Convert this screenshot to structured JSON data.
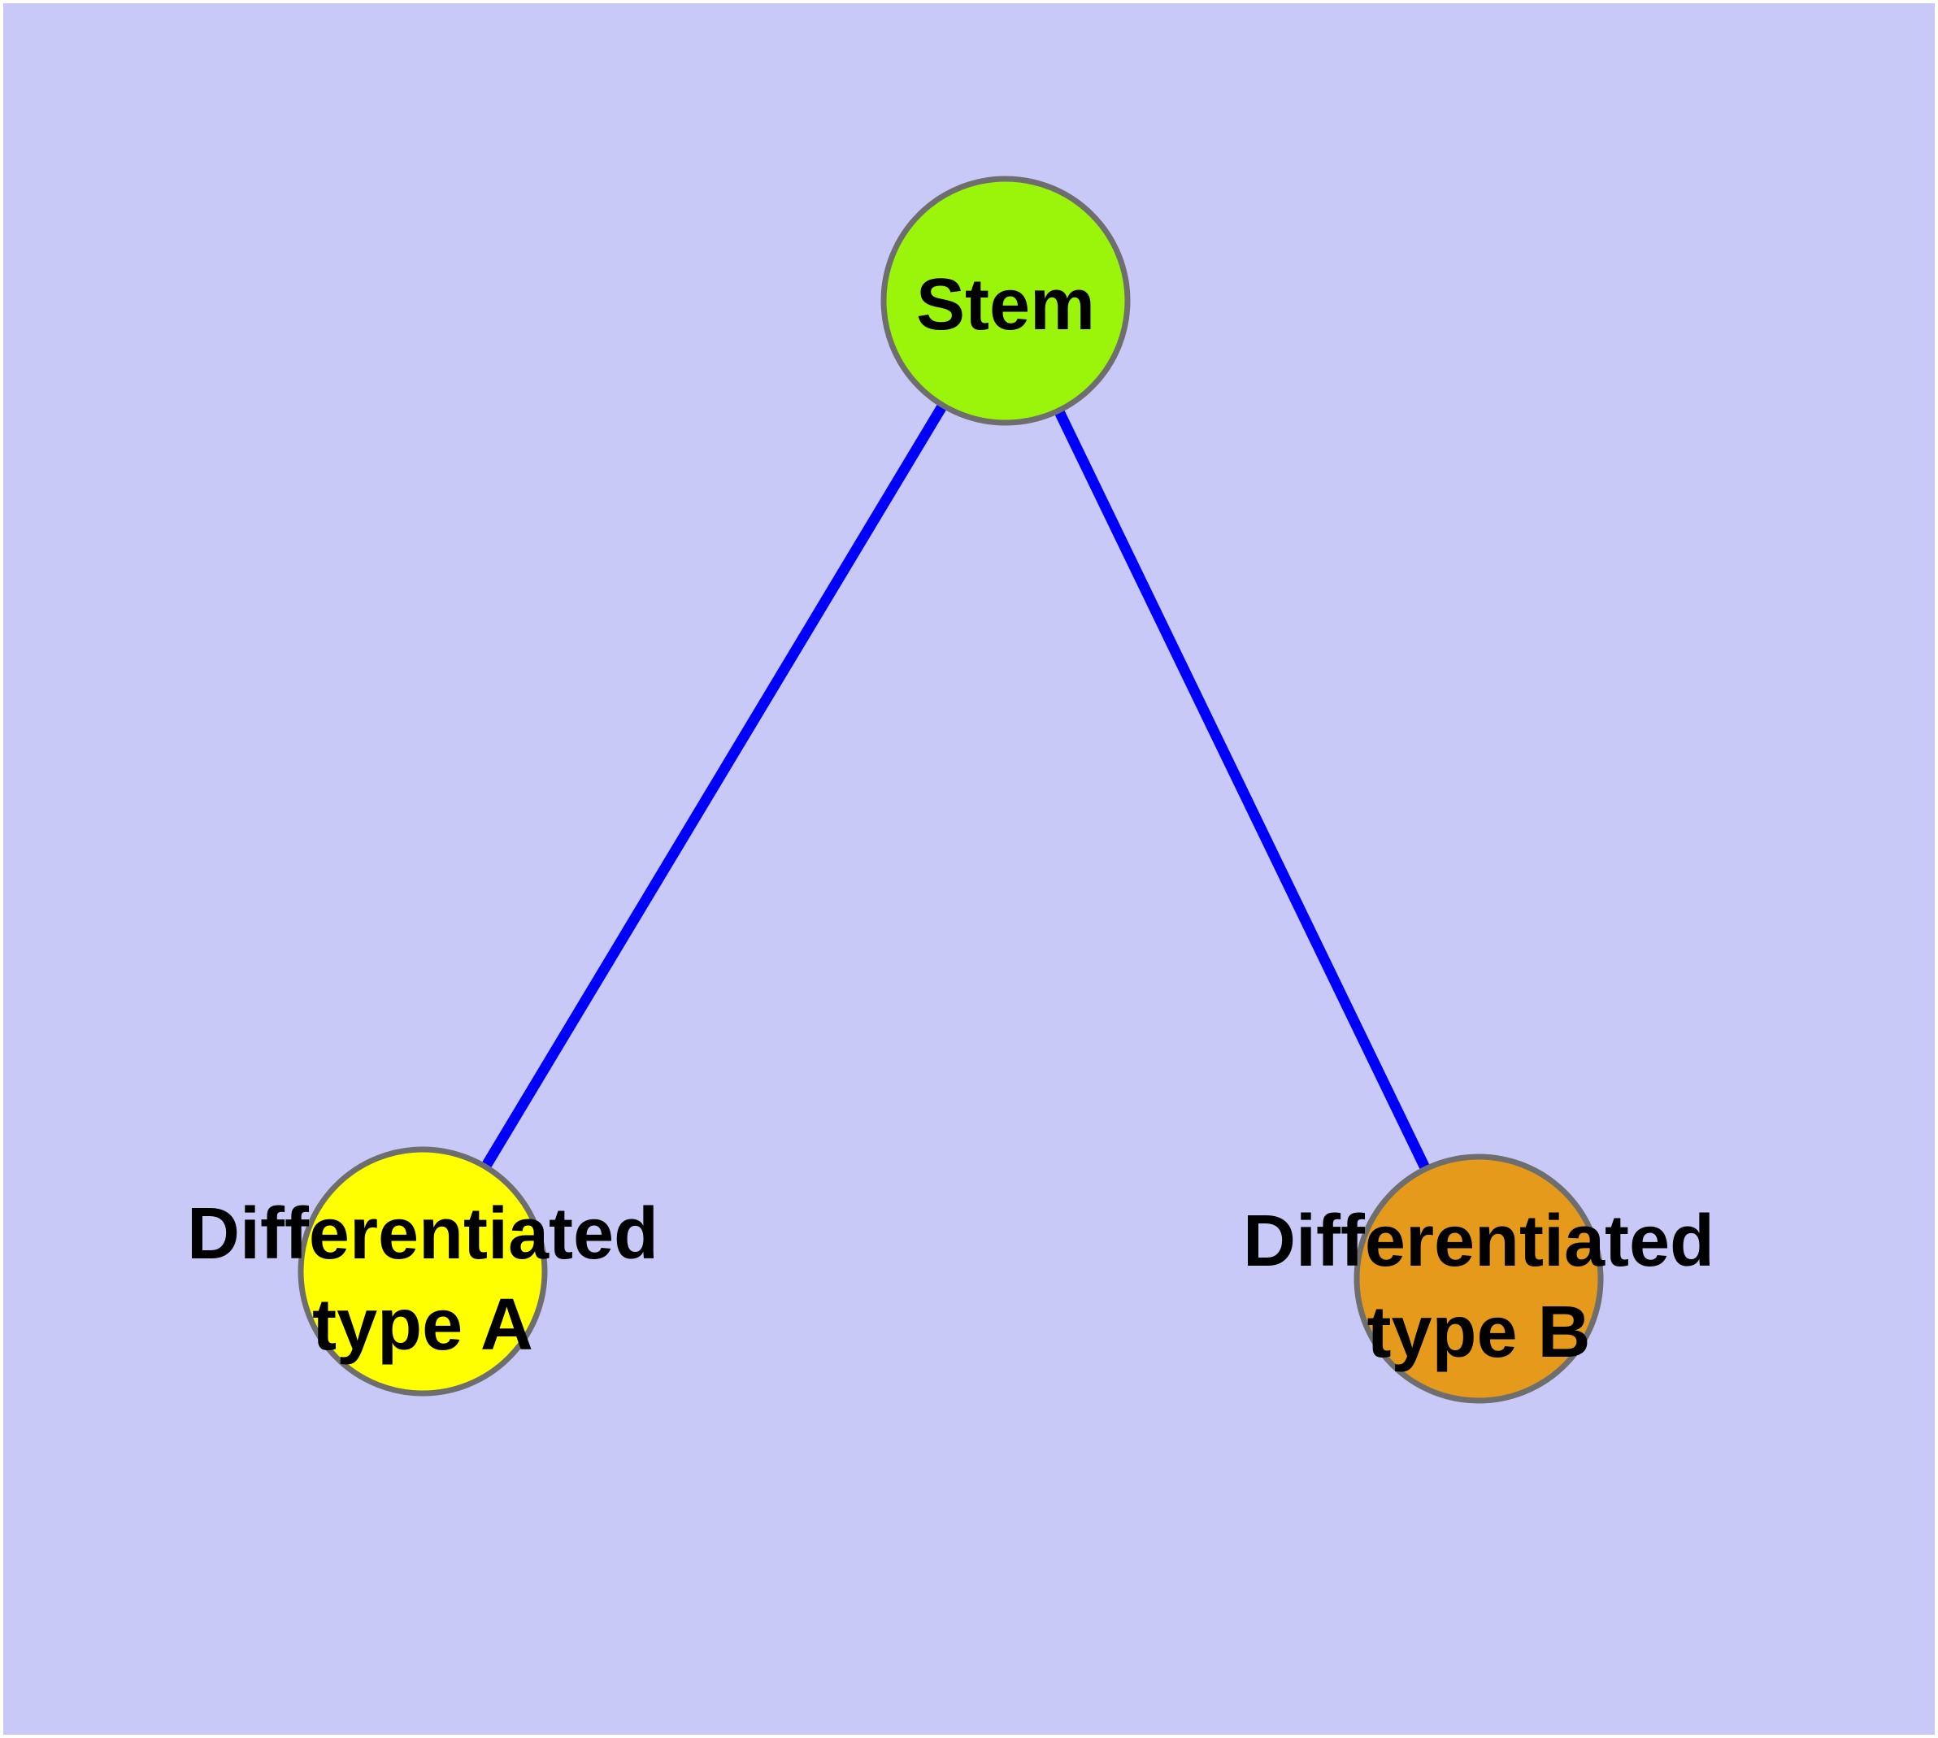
{
  "diagram": {
    "type": "graph",
    "description_visible_text_only": true,
    "nodes": {
      "stem": {
        "label": "Stem",
        "fill": "#9af50a",
        "shape": "circle"
      },
      "type_a": {
        "label_line1": "Differentiated",
        "label_line2": "type A",
        "fill": "#ffff00",
        "shape": "circle"
      },
      "type_b": {
        "label_line1": "Differentiated",
        "label_line2": "type B",
        "fill": "#e59a1c",
        "shape": "circle"
      }
    },
    "edges": [
      {
        "from": "stem",
        "to": "type_a",
        "style": "solid"
      },
      {
        "from": "stem",
        "to": "type_b",
        "style": "solid"
      }
    ],
    "colors": {
      "page_margin": "#ffffff",
      "background": "#c9c9f8",
      "edge": "#0000fa",
      "node_border": "#6e6e6e",
      "label": "#000000"
    }
  }
}
